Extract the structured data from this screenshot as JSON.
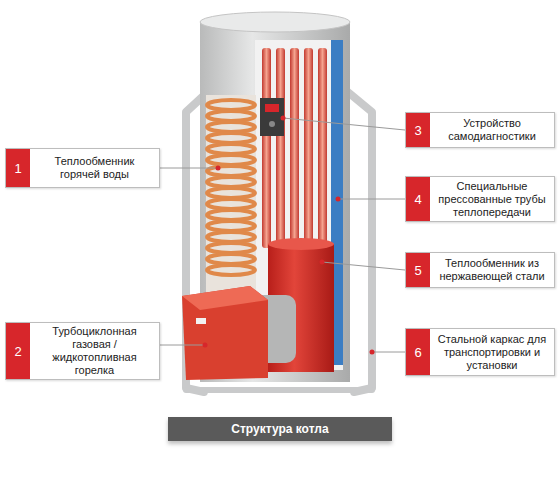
{
  "diagram": {
    "caption": "Структура котла",
    "nodes": [
      {
        "text": [
          "1",
          "Теплообменник горячей воды"
        ]
      },
      {
        "text": [
          "2",
          "Турбоциклонная газовая / жидкотопливная горелка"
        ]
      },
      {
        "text": [
          "3",
          "Устройство самодиагностики"
        ]
      },
      {
        "text": [
          "4",
          "Специальные прессованные трубы теплопередачи"
        ]
      },
      {
        "text": [
          "5",
          "Теплообменник из нержавеющей стали"
        ]
      },
      {
        "text": [
          "6",
          "Стальной каркас для транспортировки и установки"
        ]
      }
    ]
  }
}
